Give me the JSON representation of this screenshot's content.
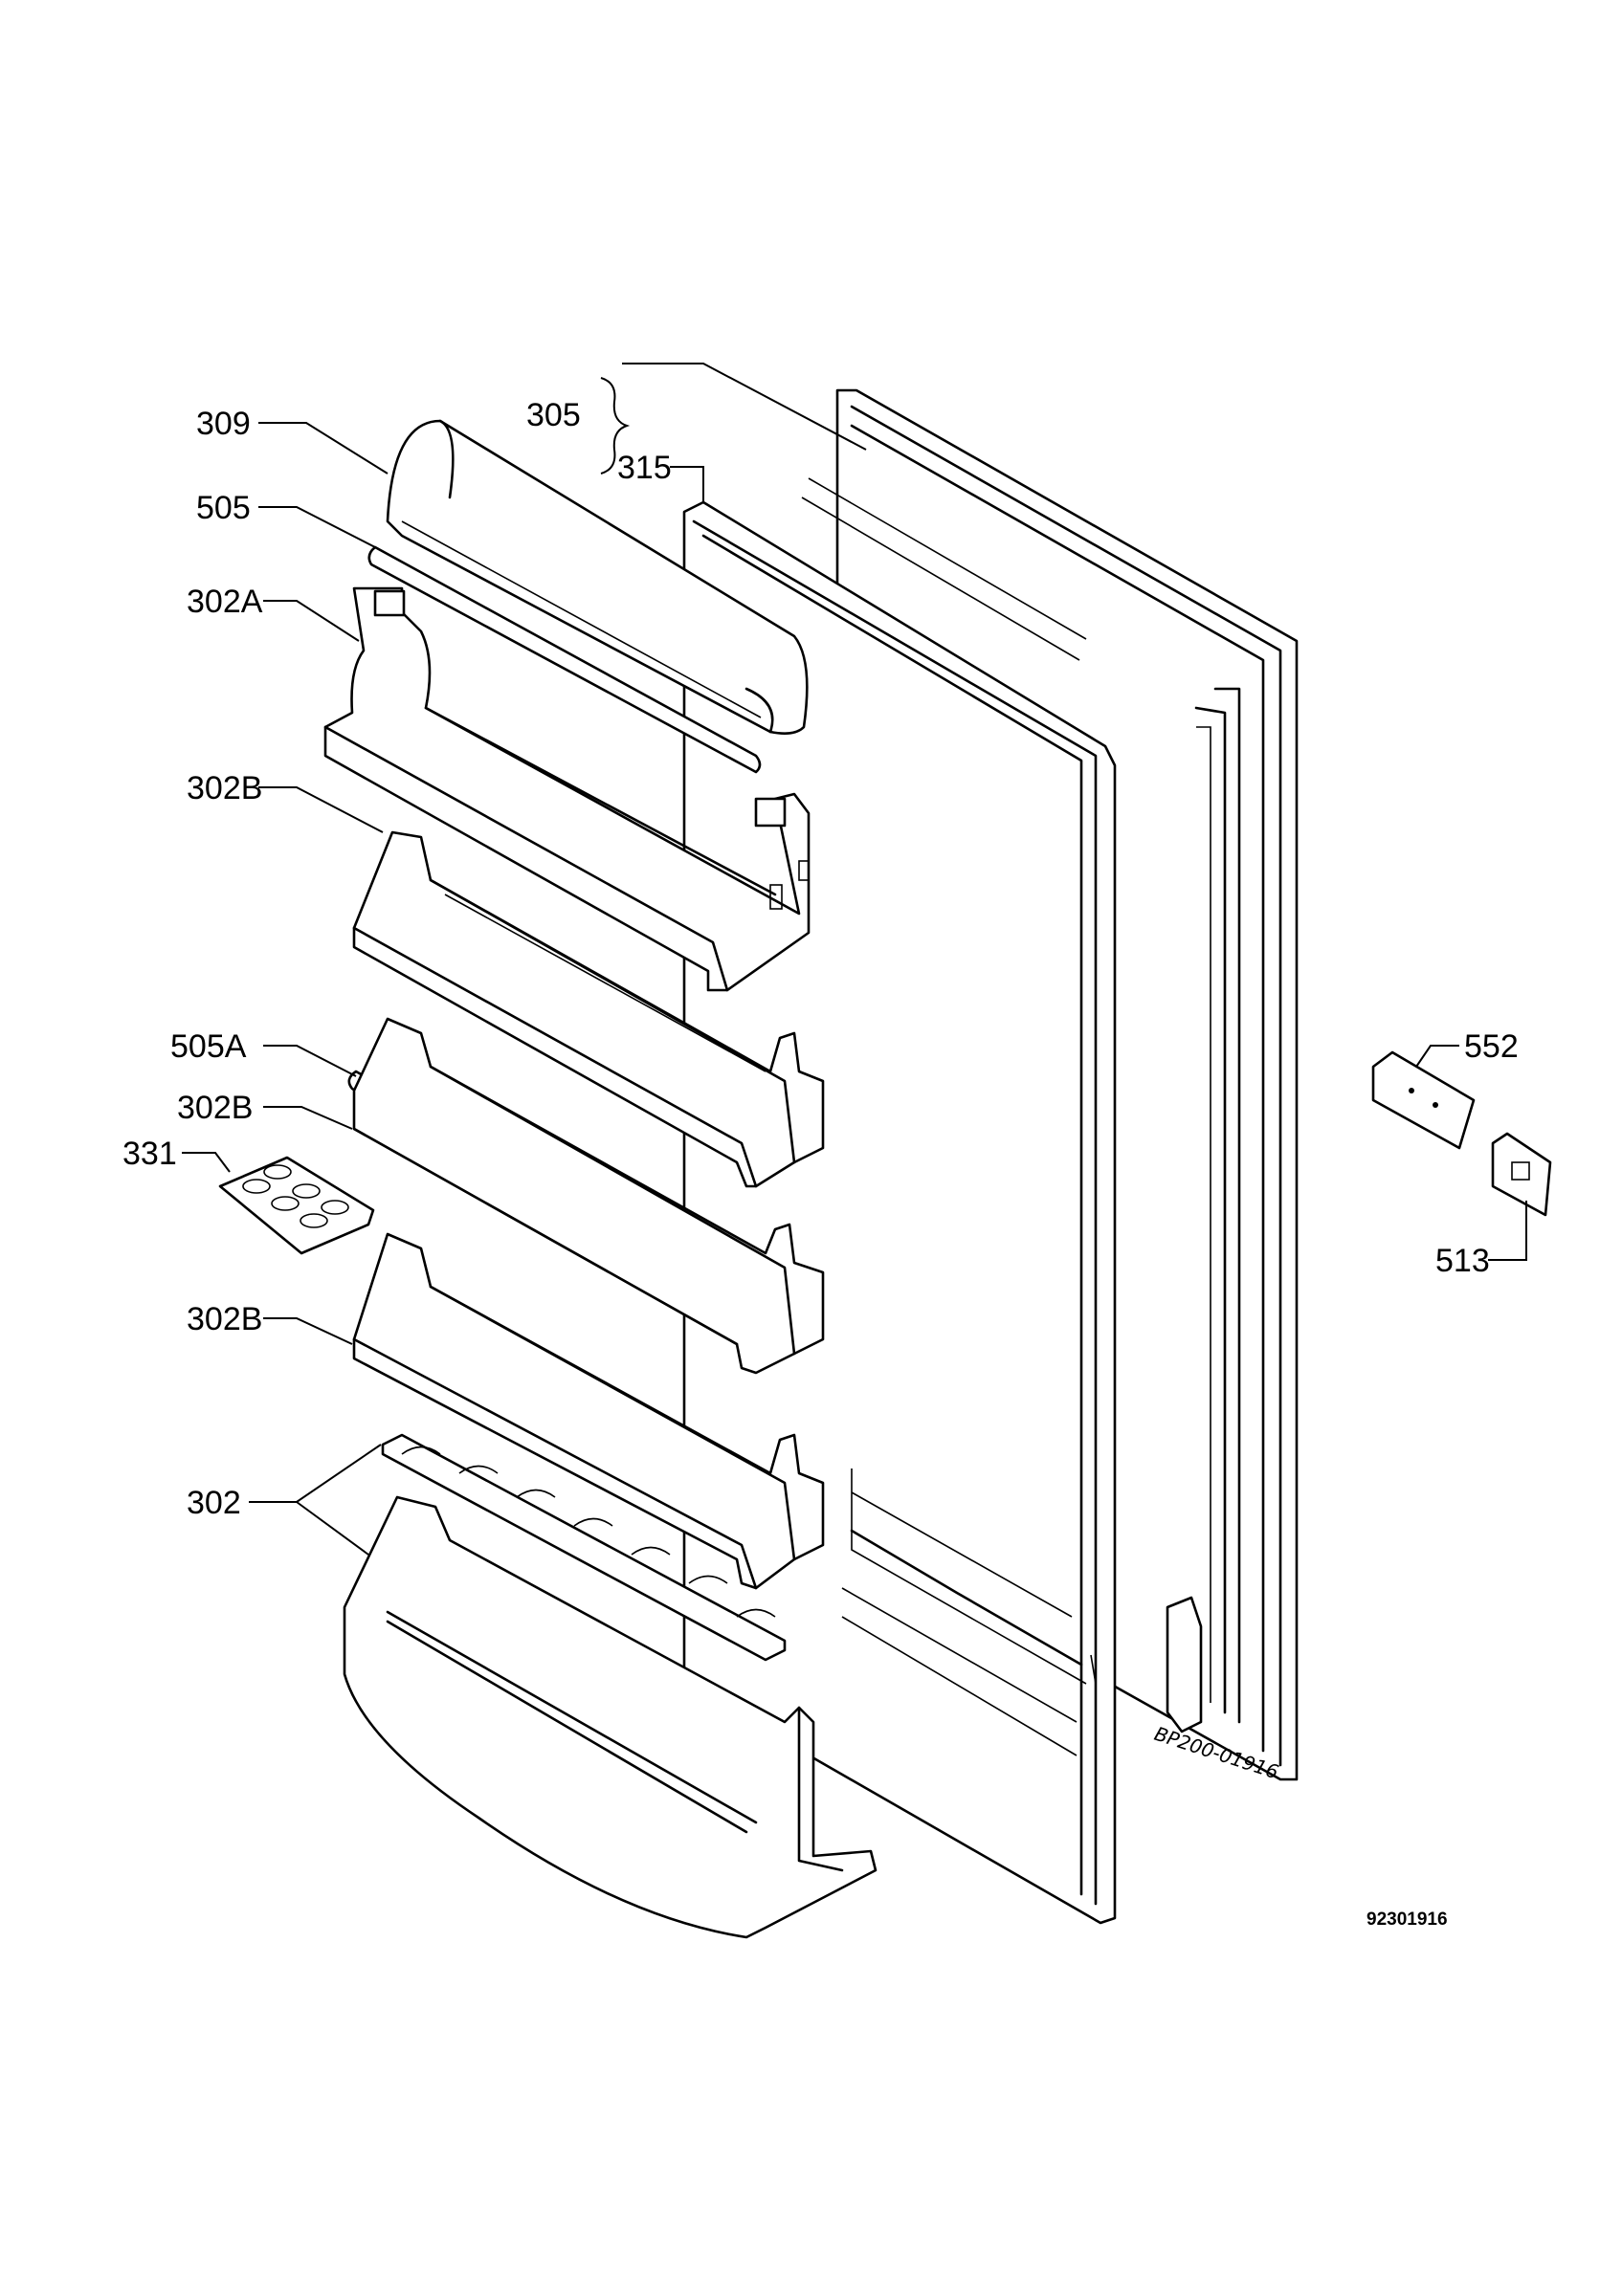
{
  "labels": {
    "l305": "305",
    "l315": "315",
    "l309": "309",
    "l505": "505",
    "l302A": "302A",
    "l302B_1": "302B",
    "l505A": "505A",
    "l302B_2": "302B",
    "l331": "331",
    "l302B_3": "302B",
    "l302": "302",
    "l552": "552",
    "l513": "513"
  },
  "drawing_code": "BP200-01916",
  "figure_number": "92301916"
}
